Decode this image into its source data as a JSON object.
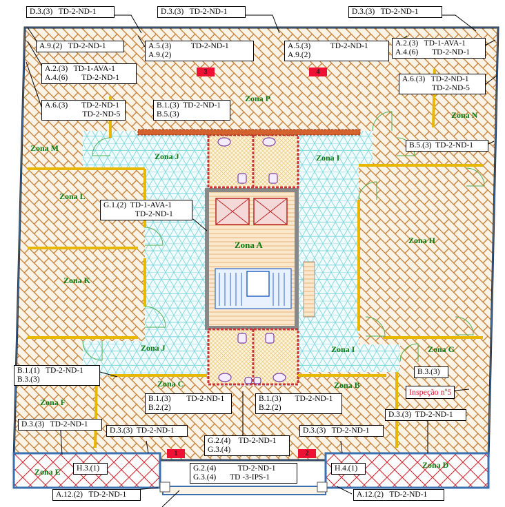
{
  "labels": {
    "top_d33_left": "D.3.(3)   TD-2-ND-1",
    "top_d33_mid": "D.3.(3)   TD-2-ND-1",
    "top_d33_right": "D.3.(3)   TD-2-ND-1",
    "a92_left": "A.9.(2)   TD-2-ND-1",
    "a53_mid": "A.5.(3)          TD-2-ND-1\nA.9.(2)",
    "a53_right": "A.5.(3)          TD-2-ND-1\nA.9.(2)",
    "a23_right": "A.2.(3)   TD-1-AVA-1\nA.4.(6)       TD-2-ND-1",
    "a23_left": "A.2.(3)   TD-1-AVA-1\nA.4.(6)       TD-2-ND-1",
    "a63_left": "A.6.(3)       TD-2-ND-1\n                   TD-2-ND-5",
    "a63_right": "A.6.(3)   TD-2-ND-1\n               TD-2-ND-5",
    "b13_top": "B.1.(3)  TD-2-ND-1\nB.5.(3)",
    "b53_right": "B.5.(3)  TD-2-ND-1",
    "g12": "G.1.(2)  TD-1-AVA-1\n                TD-2-ND-1",
    "b11_left": "B.1.(1)   TD-2-ND-1\nB.3.(3)",
    "b13_c": "B.1.(3)        TD-2-ND-1\nB.2.(2)",
    "b13_b": "B.1.(3)       TD-2-ND-1\nB.2.(2)",
    "b33_right": "B.3.(3)",
    "d33_bl": "D.3.(3)   TD-2-ND-1",
    "d33_bm": "D.3.(3)  TD-2-ND-1",
    "d33_bmr": "D.3.(3)   TD-2-ND-1",
    "d33_br": "D.3.(3)  TD-2-ND-1",
    "g24": "G.2.(4)    TD-2-ND-1\nG.3.(4)",
    "g24_lower": "G.2.(4)           TD-2-ND-1\nG.3.(4)       TD -3-IPS-1",
    "h31": "H.3.(1)",
    "h41": "H.4.(1)",
    "a122_left": "A.12.(2)   TD-2-ND-1",
    "a122_right": "A.12.(2)   TD-2-ND-1",
    "inspecao": "Inspeção nº5"
  },
  "zones": {
    "p": "Zona  P",
    "n": "Zona  N",
    "m": "Zona  M",
    "j_top": "Zona  J",
    "i_top": "Zona  I",
    "l": "Zona  L",
    "a": "Zona  A",
    "h": "Zona  H",
    "k": "Zona  K",
    "j_bot": "Zona  J",
    "i_bot": "Zona  I",
    "g": "Zona  G",
    "c": "Zona  C",
    "b": "Zona  B",
    "f": "Zona  F",
    "e": "Zona  E",
    "d": "Zona  D"
  },
  "markers": {
    "m1": "1",
    "m2": "2",
    "m3": "3",
    "m4": "4"
  },
  "colors": {
    "brick": "#c27a2e",
    "tile": "#7fd7dd",
    "wall": "#e8b800",
    "red_hatch": "#d21e2a",
    "marker": "#ee1133"
  }
}
